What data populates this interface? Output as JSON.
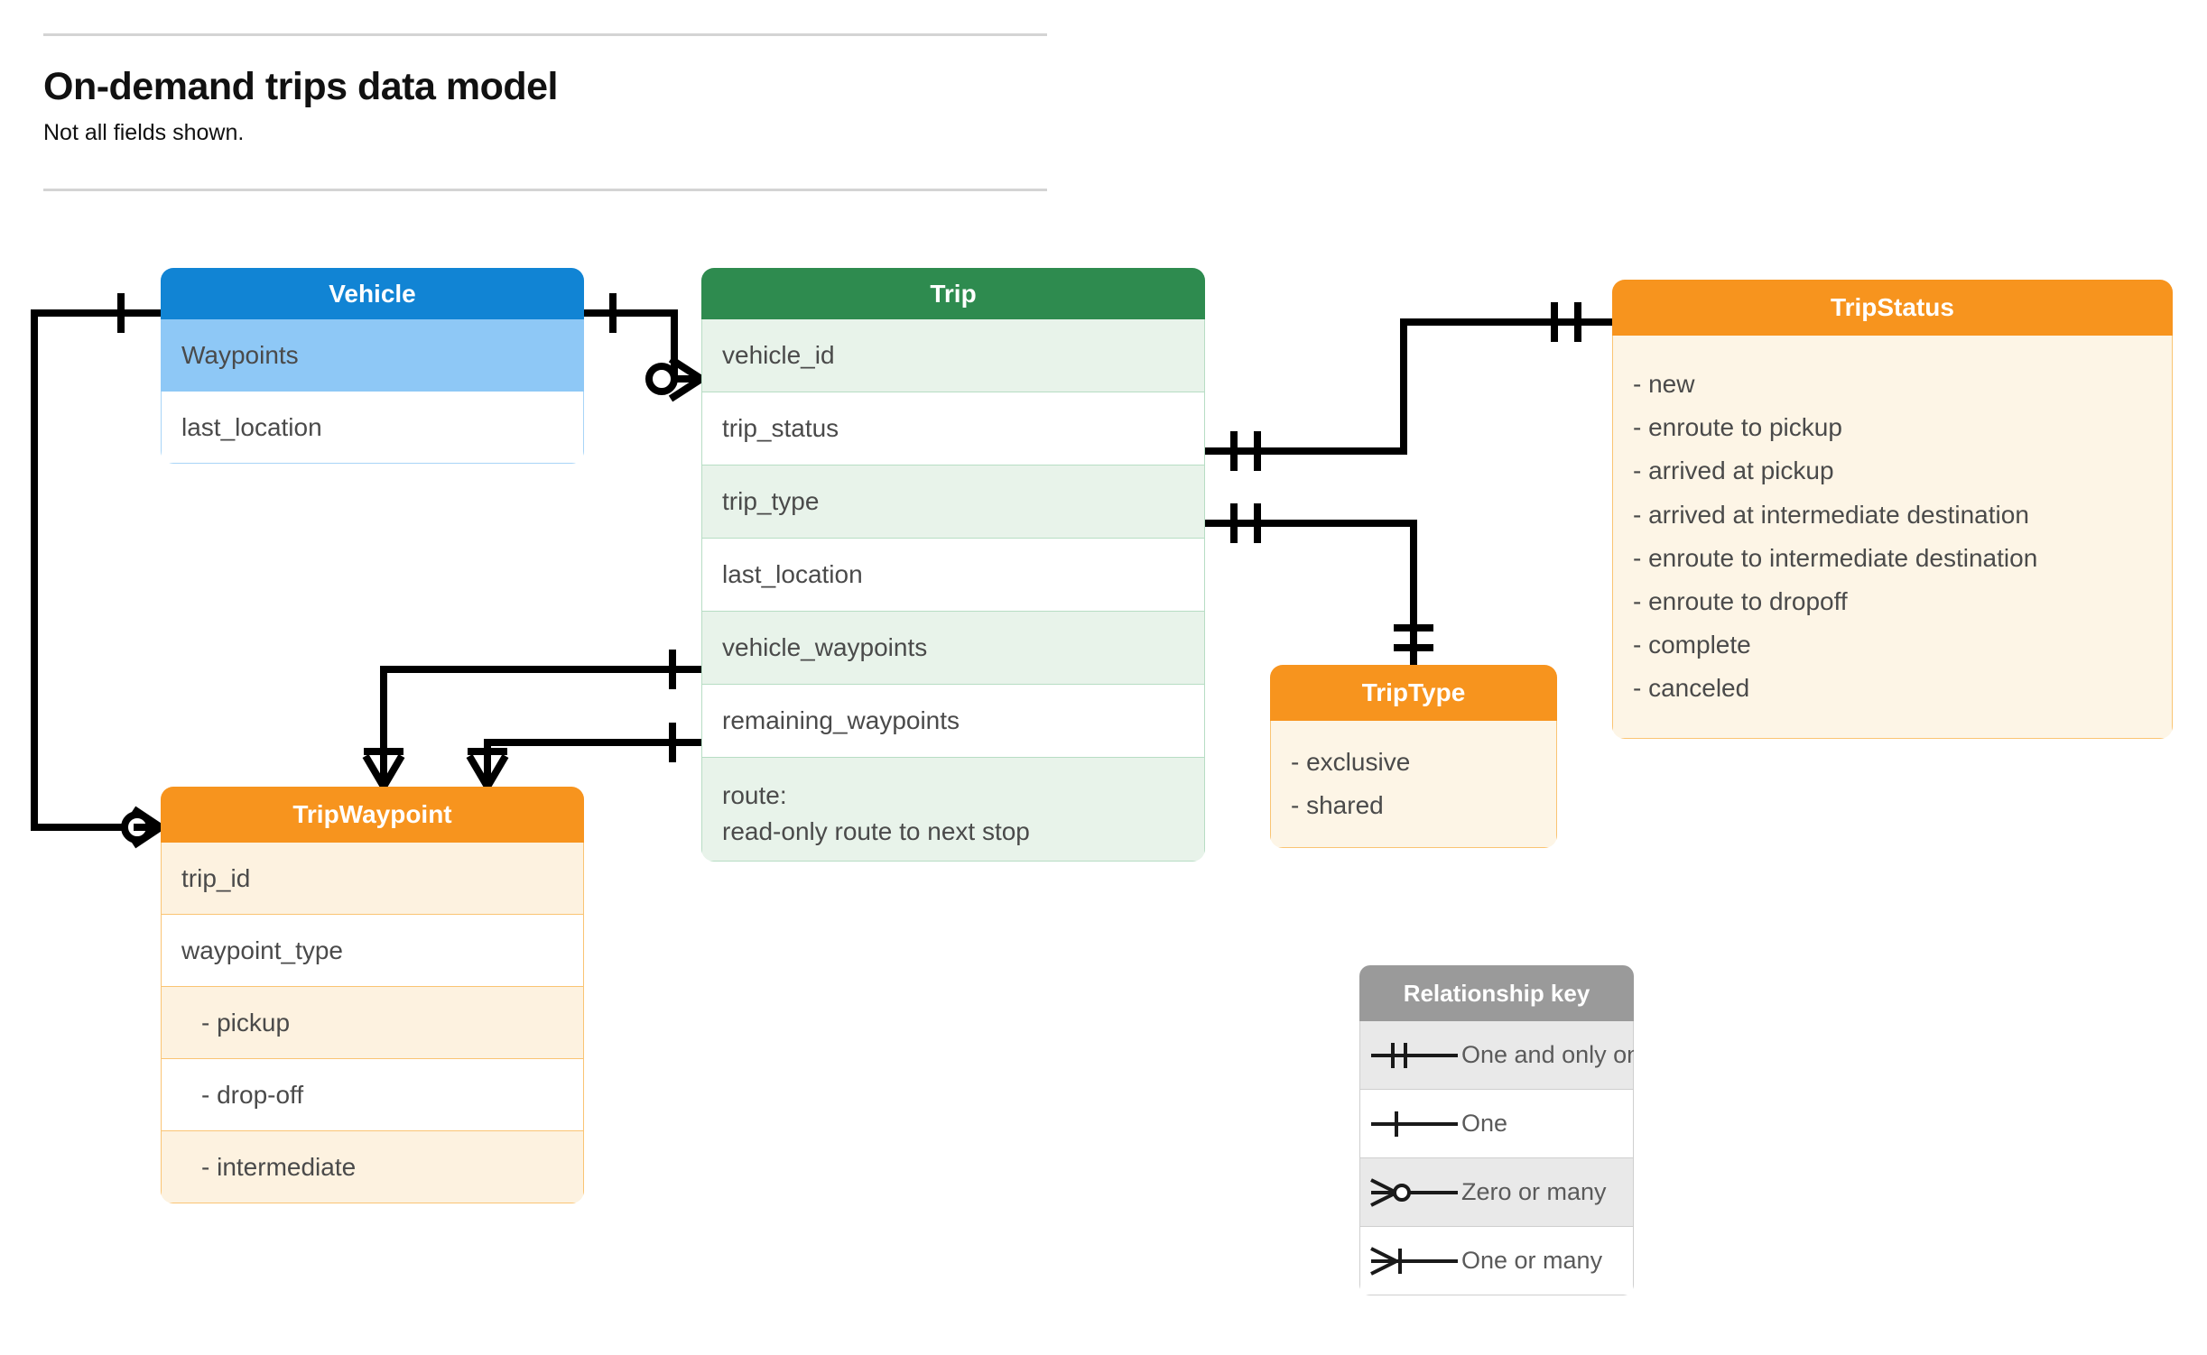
{
  "header": {
    "title": "On-demand trips data model",
    "subtitle": "Not all fields shown."
  },
  "entities": {
    "vehicle": {
      "name": "Vehicle",
      "header_color": "#1184d4",
      "fields": [
        {
          "label": "Waypoints"
        },
        {
          "label": "last_location"
        }
      ]
    },
    "trip": {
      "name": "Trip",
      "header_color": "#2e8b4f",
      "fields": [
        {
          "label": "vehicle_id"
        },
        {
          "label": "trip_status"
        },
        {
          "label": "trip_type"
        },
        {
          "label": "last_location"
        },
        {
          "label": "vehicle_waypoints"
        },
        {
          "label": "remaining_waypoints"
        },
        {
          "label": "route:",
          "sublabel": "read-only route to next stop"
        }
      ]
    },
    "tripwaypoint": {
      "name": "TripWaypoint",
      "header_color": "#f7941e",
      "fields": [
        {
          "label": "trip_id"
        },
        {
          "label": "waypoint_type"
        },
        {
          "label": "-  pickup"
        },
        {
          "label": "-  drop-off"
        },
        {
          "label": "-  intermediate"
        }
      ]
    },
    "tripstatus": {
      "name": "TripStatus",
      "header_color": "#f7941e",
      "values": [
        "- new",
        "- enroute to pickup",
        "- arrived at pickup",
        "- arrived at intermediate destination",
        "- enroute to intermediate destination",
        "- enroute to dropoff",
        "- complete",
        "- canceled"
      ]
    },
    "triptype": {
      "name": "TripType",
      "header_color": "#f7941e",
      "values": [
        "- exclusive",
        "- shared"
      ]
    }
  },
  "relationship_key": {
    "title": "Relationship key",
    "rows": [
      {
        "symbol": "one-and-only-one",
        "label": "One and only one"
      },
      {
        "symbol": "one",
        "label": "One"
      },
      {
        "symbol": "zero-or-many",
        "label": "Zero or many"
      },
      {
        "symbol": "one-or-many",
        "label": "One or many"
      }
    ]
  },
  "relationships": [
    {
      "from": "Vehicle",
      "from_cardinality": "one",
      "to": "Trip.vehicle_id",
      "to_cardinality": "zero-or-many"
    },
    {
      "from": "Vehicle.Waypoints",
      "from_cardinality": "one",
      "to": "TripWaypoint",
      "to_cardinality": "zero-or-many"
    },
    {
      "from": "Trip.trip_status",
      "from_cardinality": "one-and-only-one",
      "to": "TripStatus",
      "to_cardinality": "one-and-only-one"
    },
    {
      "from": "Trip.trip_type",
      "from_cardinality": "one-and-only-one",
      "to": "TripType",
      "to_cardinality": "one-and-only-one"
    },
    {
      "from": "Trip.vehicle_waypoints",
      "from_cardinality": "one",
      "to": "TripWaypoint",
      "to_cardinality": "one-or-many"
    },
    {
      "from": "Trip.remaining_waypoints",
      "from_cardinality": "one",
      "to": "TripWaypoint",
      "to_cardinality": "one-or-many"
    }
  ]
}
